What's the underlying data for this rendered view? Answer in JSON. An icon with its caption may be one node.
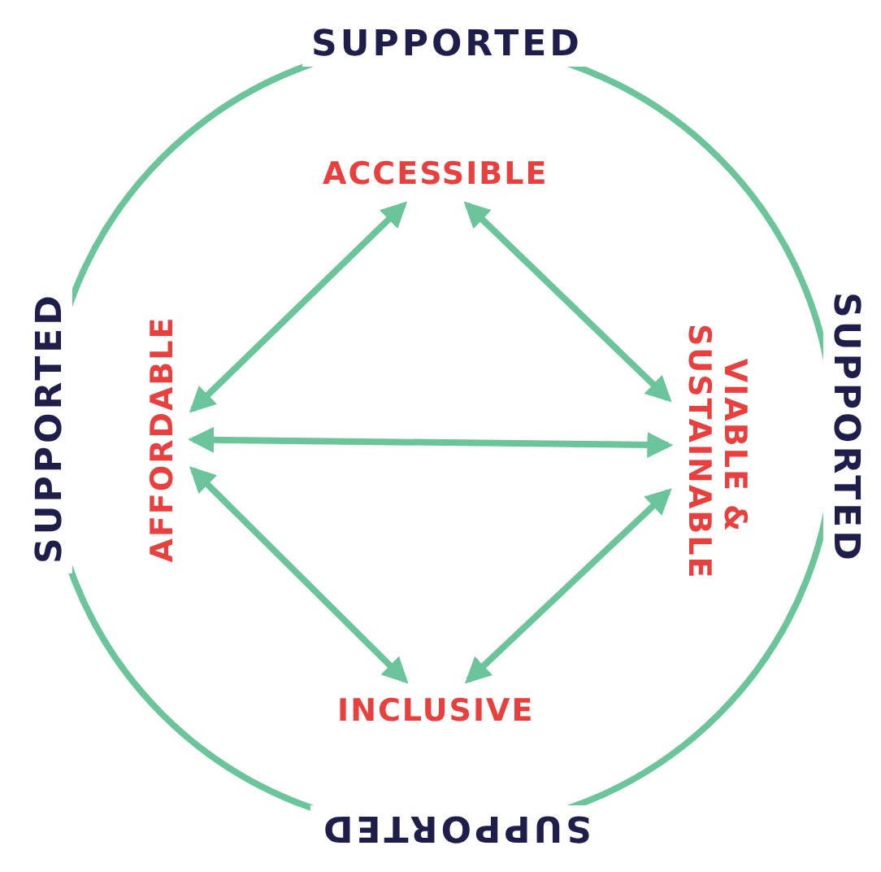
{
  "diagram": {
    "nodes": [
      {
        "text": [
          "SUPPORTED",
          "SUPPORTED",
          "SUPPORTED",
          "SUPPORTED"
        ]
      },
      {
        "text": [
          "ACCESSIBLE"
        ],
        "in": 0
      },
      {
        "text": [
          "AFFORDABLE"
        ],
        "in": 0
      },
      {
        "text": [
          "VIABLE & SUSTAINABLE"
        ],
        "in": 0
      },
      {
        "text": [
          "INCLUSIVE"
        ],
        "in": 0
      }
    ],
    "edges": [
      {
        "from": 1,
        "to": 2,
        "arrow": "both"
      },
      {
        "from": 1,
        "to": 3,
        "arrow": "both"
      },
      {
        "from": 2,
        "to": 3,
        "arrow": "both"
      },
      {
        "from": 2,
        "to": 4,
        "arrow": "both"
      },
      {
        "from": 3,
        "to": 4,
        "arrow": "both"
      }
    ]
  }
}
